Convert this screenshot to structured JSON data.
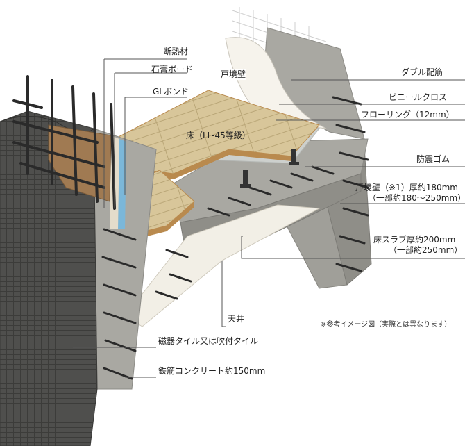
{
  "labels": {
    "insulation": "断熱材",
    "gypsum_board": "石膏ボード",
    "gl_bond": "GLボンド",
    "party_wall_top": "戸境壁",
    "double_rebar": "ダブル配筋",
    "vinyl_cloth": "ビニールクロス",
    "flooring": "フローリング（12mm）",
    "floor_grade": "床（LL-45等級）",
    "vibration_rubber": "防震ゴム",
    "party_wall_thickness_1": "戸境壁（※1）厚約180mm",
    "party_wall_thickness_2": "（一部約180～250mm）",
    "slab_thickness_1": "床スラブ厚約200mm",
    "slab_thickness_2": "（一部約250mm）",
    "ceiling": "天井",
    "note": "※参考イメージ図（実際とは異なります）",
    "tile": "磁器タイル又は吹付タイル",
    "rc_wall": "鉄筋コンクリート約150mm"
  },
  "colors": {
    "concrete": "#a9a8a2",
    "concrete_dark": "#7d7c77",
    "tile": "#4f4f4d",
    "wood": "#d8c69a",
    "wood_edge": "#b98a4e",
    "rebar": "#2a2a2a",
    "ceiling": "#f2efe6",
    "leader": "#555555"
  }
}
